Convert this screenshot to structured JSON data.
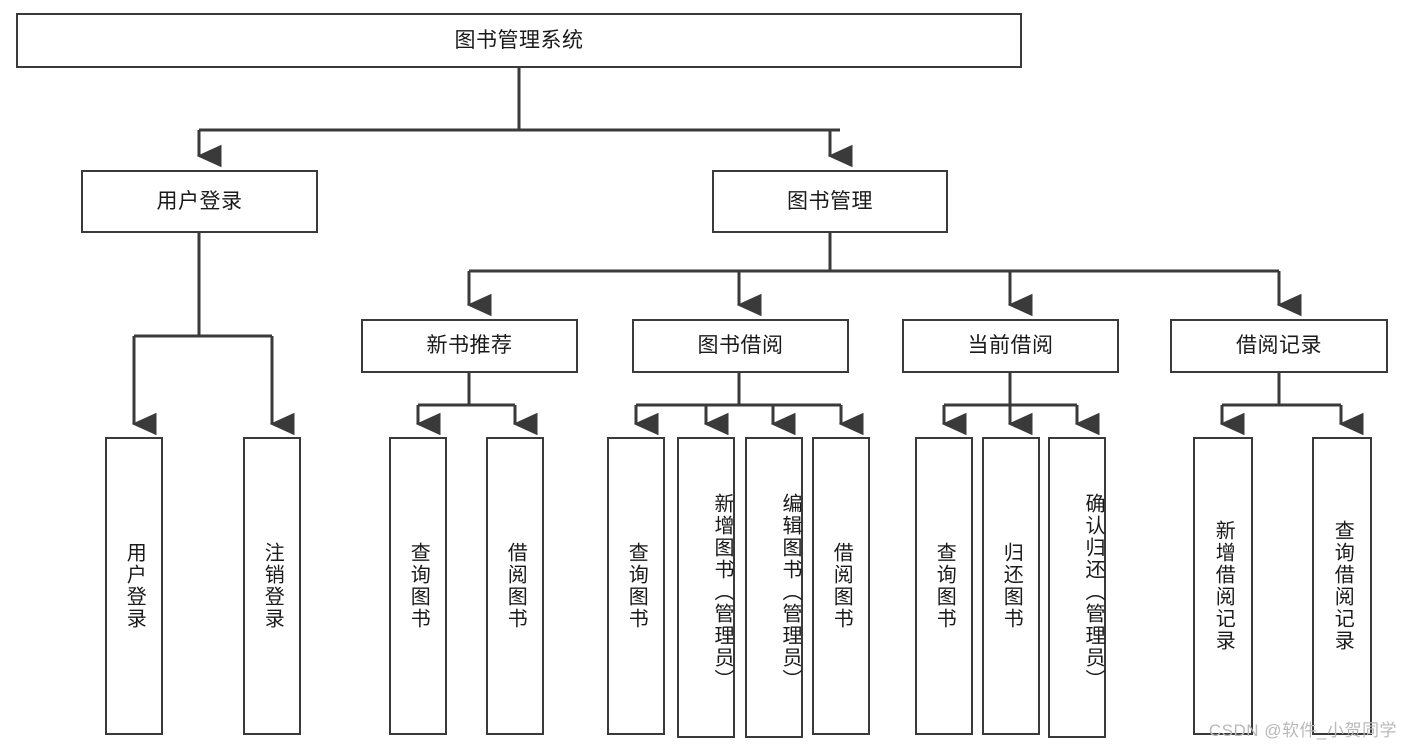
{
  "diagram": {
    "title": "图书管理系统",
    "type": "hierarchy-tree",
    "watermark": "CSDN @软件_小贺同学",
    "colors": {
      "border": "#3a3a3a",
      "background": "#ffffff",
      "text": "#1a1a1a",
      "watermark": "#b9b9b9"
    },
    "root": {
      "label": "图书管理系统"
    },
    "level2": [
      {
        "label": "用户登录"
      },
      {
        "label": "图书管理"
      }
    ],
    "level3": [
      {
        "label": "新书推荐"
      },
      {
        "label": "图书借阅"
      },
      {
        "label": "当前借阅"
      },
      {
        "label": "借阅记录"
      }
    ],
    "leaves": {
      "user_login": [
        {
          "label": "用户登录"
        },
        {
          "label": "注销登录"
        }
      ],
      "new_book_recommend": [
        {
          "label": "查询图书"
        },
        {
          "label": "借阅图书"
        }
      ],
      "book_borrow": [
        {
          "label": "查询图书"
        },
        {
          "label": "新增图书（管理员）"
        },
        {
          "label": "编辑图书（管理员）"
        },
        {
          "label": "借阅图书"
        }
      ],
      "current_borrow": [
        {
          "label": "查询图书"
        },
        {
          "label": "归还图书"
        },
        {
          "label": "确认归还（管理员）"
        }
      ],
      "borrow_record": [
        {
          "label": "新增借阅记录"
        },
        {
          "label": "查询借阅记录"
        }
      ]
    }
  }
}
